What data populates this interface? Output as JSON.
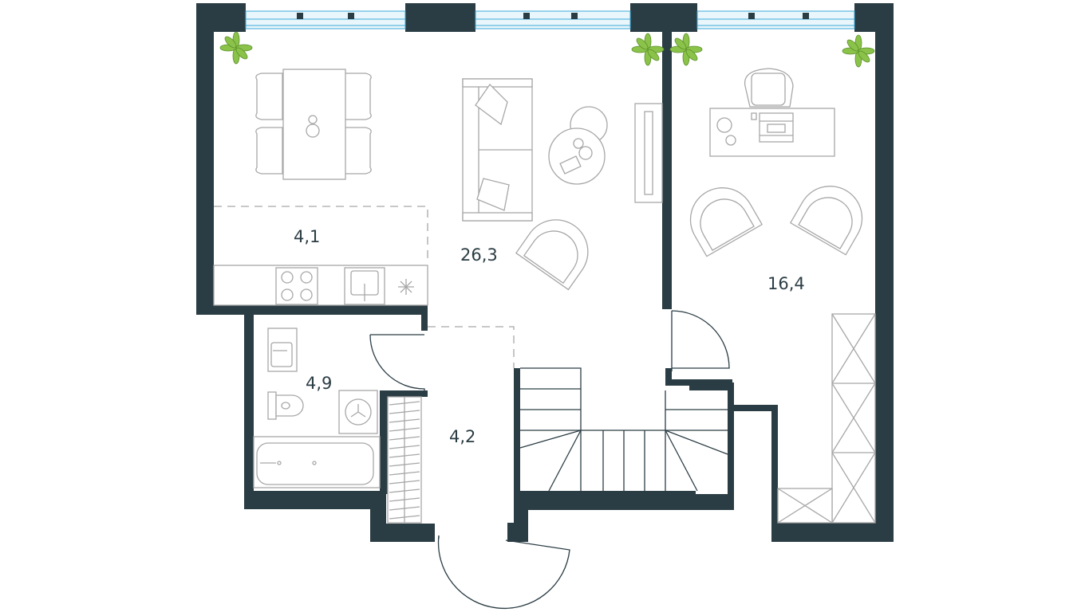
{
  "rooms": {
    "kitchen_area": "4,1",
    "living_room": "26,3",
    "bathroom": "4,9",
    "hallway": "4,2",
    "bedroom": "16,4"
  },
  "colors": {
    "wall": "#2b3d44",
    "window": "#3aa9d8",
    "furniture": "#a7a7a7",
    "plant": "#8bc34a"
  },
  "icons": [
    "plant-icon",
    "stove-icon",
    "sink-icon",
    "fridge-icon",
    "toilet-icon",
    "washing-machine-icon",
    "bathtub-icon",
    "sofa-icon",
    "armchair-icon",
    "dining-table-icon",
    "desk-icon",
    "office-chair-icon",
    "tv-stand-icon",
    "wardrobe-icon",
    "staircase-icon",
    "door-icon"
  ]
}
